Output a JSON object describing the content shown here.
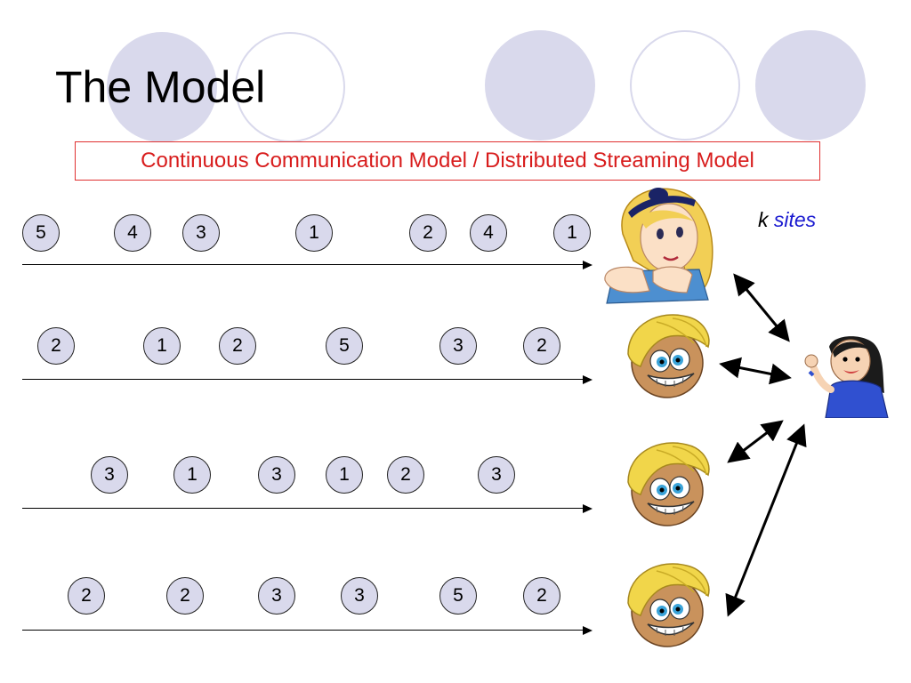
{
  "slide": {
    "title": "The Model",
    "subtitle": "Continuous Communication Model / Distributed Streaming Model",
    "k_label": "k",
    "sites_label": "sites"
  },
  "streams": [
    {
      "tokens": [
        "5",
        "4",
        "3",
        "1",
        "2",
        "4",
        "1"
      ]
    },
    {
      "tokens": [
        "2",
        "1",
        "2",
        "5",
        "3",
        "2"
      ]
    },
    {
      "tokens": [
        "3",
        "1",
        "3",
        "1",
        "2",
        "3"
      ]
    },
    {
      "tokens": [
        "2",
        "2",
        "3",
        "3",
        "5",
        "2"
      ]
    }
  ],
  "colors": {
    "token_fill": "#d9d9ec",
    "subtitle_text": "#d81c1c",
    "sites_text": "#1a1ad0",
    "decor_circle": "#d9d9ec"
  },
  "icons": {
    "site_1": "girl-with-headband-icon",
    "site_2": "blond-smiling-face-icon",
    "site_3": "blond-smiling-face-icon",
    "site_4": "blond-smiling-face-icon",
    "coordinator": "waving-girl-icon"
  }
}
